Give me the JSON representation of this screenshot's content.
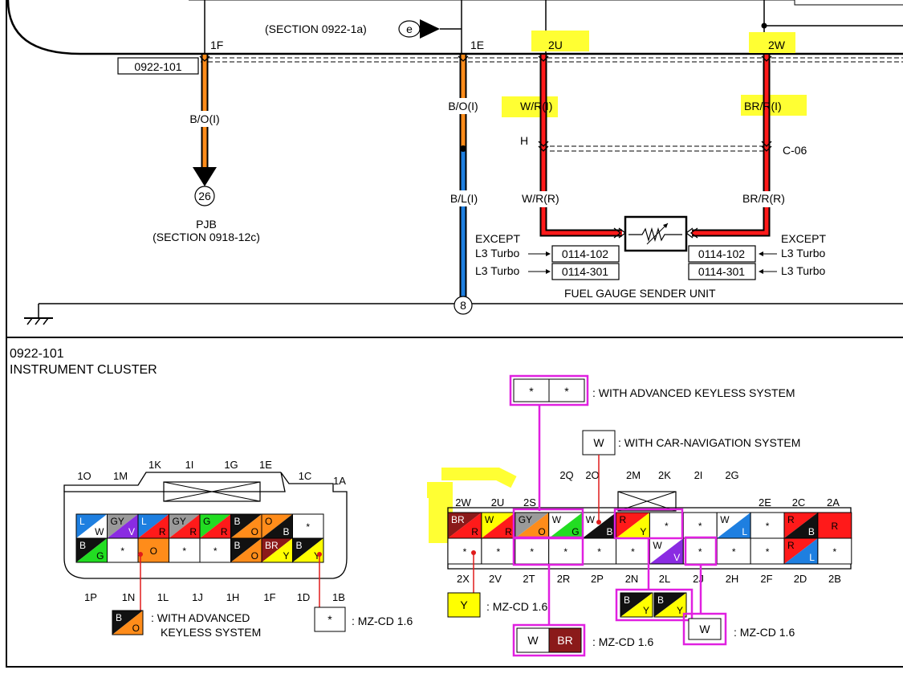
{
  "upper": {
    "section_ref": "(SECTION 0922-1a)",
    "connector_e": "e",
    "connector_id_box": "0922-101",
    "pins": [
      "1F",
      "1E",
      "2U",
      "2W"
    ],
    "wires": {
      "bo_1": "B/O(I)",
      "bo_2": "B/O(I)",
      "bl": "B/L(I)",
      "wr_i": "W/R(I)",
      "brr_i": "BR/R(I)",
      "wr_r": "W/R(R)",
      "brr_r": "BR/R(R)"
    },
    "h_label": "H",
    "c06": "C-06",
    "jb_num": "26",
    "pjb": "PJB",
    "pjb_section": "(SECTION 0918-12c)",
    "except_l": "EXCEPT",
    "except_r": "EXCEPT",
    "l3_a": "L3 Turbo",
    "l3_b": "L3 Turbo",
    "l3_c": "L3 Turbo",
    "l3_d": "L3 Turbo",
    "conn_l1": "0114-102",
    "conn_l2": "0114-301",
    "conn_r1": "0114-102",
    "conn_r2": "0114-301",
    "sender": "FUEL GAUGE SENDER UNIT",
    "ground_num": "8"
  },
  "lower": {
    "id": "0922-101",
    "title": "INSTRUMENT CLUSTER",
    "conn1_top_pins": [
      "1O",
      "1M",
      "1K",
      "1I",
      "1G",
      "1E",
      "1C",
      "1A"
    ],
    "conn1_bot_pins": [
      "1P",
      "1N",
      "1L",
      "1J",
      "1H",
      "1F",
      "1D",
      "1B"
    ],
    "conn1_row1": [
      {
        "a": "L",
        "b": "W",
        "ca": "#1e7fe0",
        "cb": "#ffffff"
      },
      {
        "a": "GY",
        "b": "V",
        "ca": "#9a9a9a",
        "cb": "#8a2be2"
      },
      {
        "a": "L",
        "b": "R",
        "ca": "#1e7fe0",
        "cb": "#ff1a1a"
      },
      {
        "a": "GY",
        "b": "R",
        "ca": "#9a9a9a",
        "cb": "#ff1a1a"
      },
      {
        "a": "G",
        "b": "R",
        "ca": "#22dd22",
        "cb": "#ff1a1a"
      },
      {
        "a": "B",
        "b": "O",
        "ca": "#111111",
        "cb": "#ff8c1a"
      },
      {
        "a": "O",
        "b": "B",
        "ca": "#ff8c1a",
        "cb": "#111111"
      },
      {
        "s": "*"
      }
    ],
    "conn1_row2": [
      {
        "a": "B",
        "b": "G",
        "ca": "#111111",
        "cb": "#22dd22"
      },
      {
        "s": "*"
      },
      {
        "a": "O",
        "b": "O",
        "ca": "#ff8c1a",
        "cb": "#ff8c1a"
      },
      {
        "s": "*"
      },
      {
        "s": "*"
      },
      {
        "a": "B",
        "b": "O",
        "ca": "#111111",
        "cb": "#ff8c1a"
      },
      {
        "a": "BR",
        "b": "Y",
        "ca": "#8b1a1a",
        "cb": "#ffff00"
      },
      {
        "a": "B",
        "b": "Y",
        "ca": "#111111",
        "cb": "#ffff00"
      }
    ],
    "legend_bo": {
      "a": "B",
      "b": "O"
    },
    "legend_keyless_1": ": WITH  ADVANCED",
    "legend_keyless_2": "KEYLESS SYSTEM",
    "legend_star": "*",
    "legend_mz1": ": MZ-CD 1.6",
    "conn2_top_pins": [
      "2W",
      "2U",
      "2S",
      "2Q",
      "2O",
      "2M",
      "2K",
      "2I",
      "2G",
      "2E",
      "2C",
      "2A"
    ],
    "conn2_bot_pins": [
      "2X",
      "2V",
      "2T",
      "2R",
      "2P",
      "2N",
      "2L",
      "2J",
      "2H",
      "2F",
      "2D",
      "2B"
    ],
    "conn2_row1": [
      {
        "a": "BR",
        "b": "R",
        "ca": "#8b1a1a",
        "cb": "#ff1a1a"
      },
      {
        "a": "W",
        "b": "R",
        "ca": "#ffff00",
        "cb": "#ff1a1a"
      },
      {
        "a": "GY",
        "b": "O",
        "ca": "#9a9a9a",
        "cb": "#ff8c1a"
      },
      {
        "a": "W",
        "b": "G",
        "ca": "#ffffff",
        "cb": "#22dd22"
      },
      {
        "a": "W",
        "b": "B",
        "ca": "#ffffff",
        "cb": "#111111"
      },
      {
        "a": "R",
        "b": "Y",
        "ca": "#ff1a1a",
        "cb": "#ffff00"
      },
      {
        "s": "*"
      },
      {
        "s": "*"
      },
      {
        "a": "W",
        "b": "L",
        "ca": "#ffffff",
        "cb": "#1e7fe0"
      },
      {
        "s": "*"
      },
      {
        "a": "R",
        "b": "B",
        "ca": "#ff1a1a",
        "cb": "#111111"
      },
      {
        "a": "R",
        "b": "R",
        "ca": "#ff1a1a",
        "cb": "#ff1a1a"
      }
    ],
    "conn2_row2": [
      {
        "s": "*"
      },
      {
        "s": "*"
      },
      {
        "s": "*"
      },
      {
        "s": "*"
      },
      {
        "s": "*"
      },
      {
        "s": "*"
      },
      {
        "a": "W",
        "b": "V",
        "ca": "#ffffff",
        "cb": "#8a2be2"
      },
      {
        "s": "*"
      },
      {
        "s": "*"
      },
      {
        "s": "*"
      },
      {
        "a": "R",
        "b": "L",
        "ca": "#ff1a1a",
        "cb": "#1e7fe0"
      },
      {
        "s": "*"
      }
    ],
    "akl_cells": [
      "*",
      "*"
    ],
    "akl_label": ": WITH  ADVANCED KEYLESS SYSTEM",
    "nav_cell": "W",
    "nav_label": ": WITH CAR-NAVIGATION SYSTEM",
    "y_cell": "Y",
    "y_label": ": MZ-CD 1.6",
    "wbr_cells": [
      "W",
      "BR"
    ],
    "wbr_label": ": MZ-CD 1.6",
    "by_cells": [
      {
        "a": "B",
        "b": "Y"
      },
      {
        "a": "B",
        "b": "Y"
      }
    ],
    "w_cell": "W",
    "w_label": ": MZ-CD 1.6"
  },
  "colors": {
    "highlight": "#ffff33",
    "magenta": "#e020e0",
    "red_wire": "#ff1a1a",
    "orange_wire": "#ff8c1a",
    "blue_wire": "#1e7fe0"
  }
}
